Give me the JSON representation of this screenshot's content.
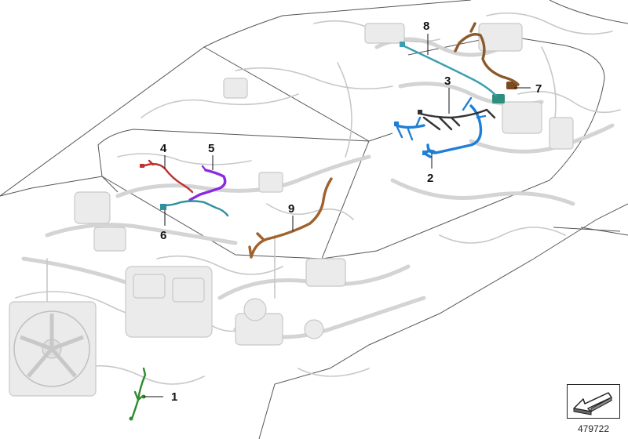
{
  "diagram": {
    "callouts": [
      {
        "label": "1",
        "color": "#2e8b2e"
      },
      {
        "label": "2",
        "color": "#1f7fd6"
      },
      {
        "label": "3",
        "color": "#3a3a3a"
      },
      {
        "label": "4",
        "color": "#c03030"
      },
      {
        "label": "5",
        "color": "#8a2be2"
      },
      {
        "label": "6",
        "color": "#2f8f9f"
      },
      {
        "label": "7",
        "color": "#2f8f7f"
      },
      {
        "label": "8",
        "color": "#3a9fb0"
      },
      {
        "label": "9",
        "color": "#a0622d"
      }
    ],
    "reference_number": "479722",
    "icons": {
      "orientation": "view-direction-arrow-icon"
    }
  }
}
